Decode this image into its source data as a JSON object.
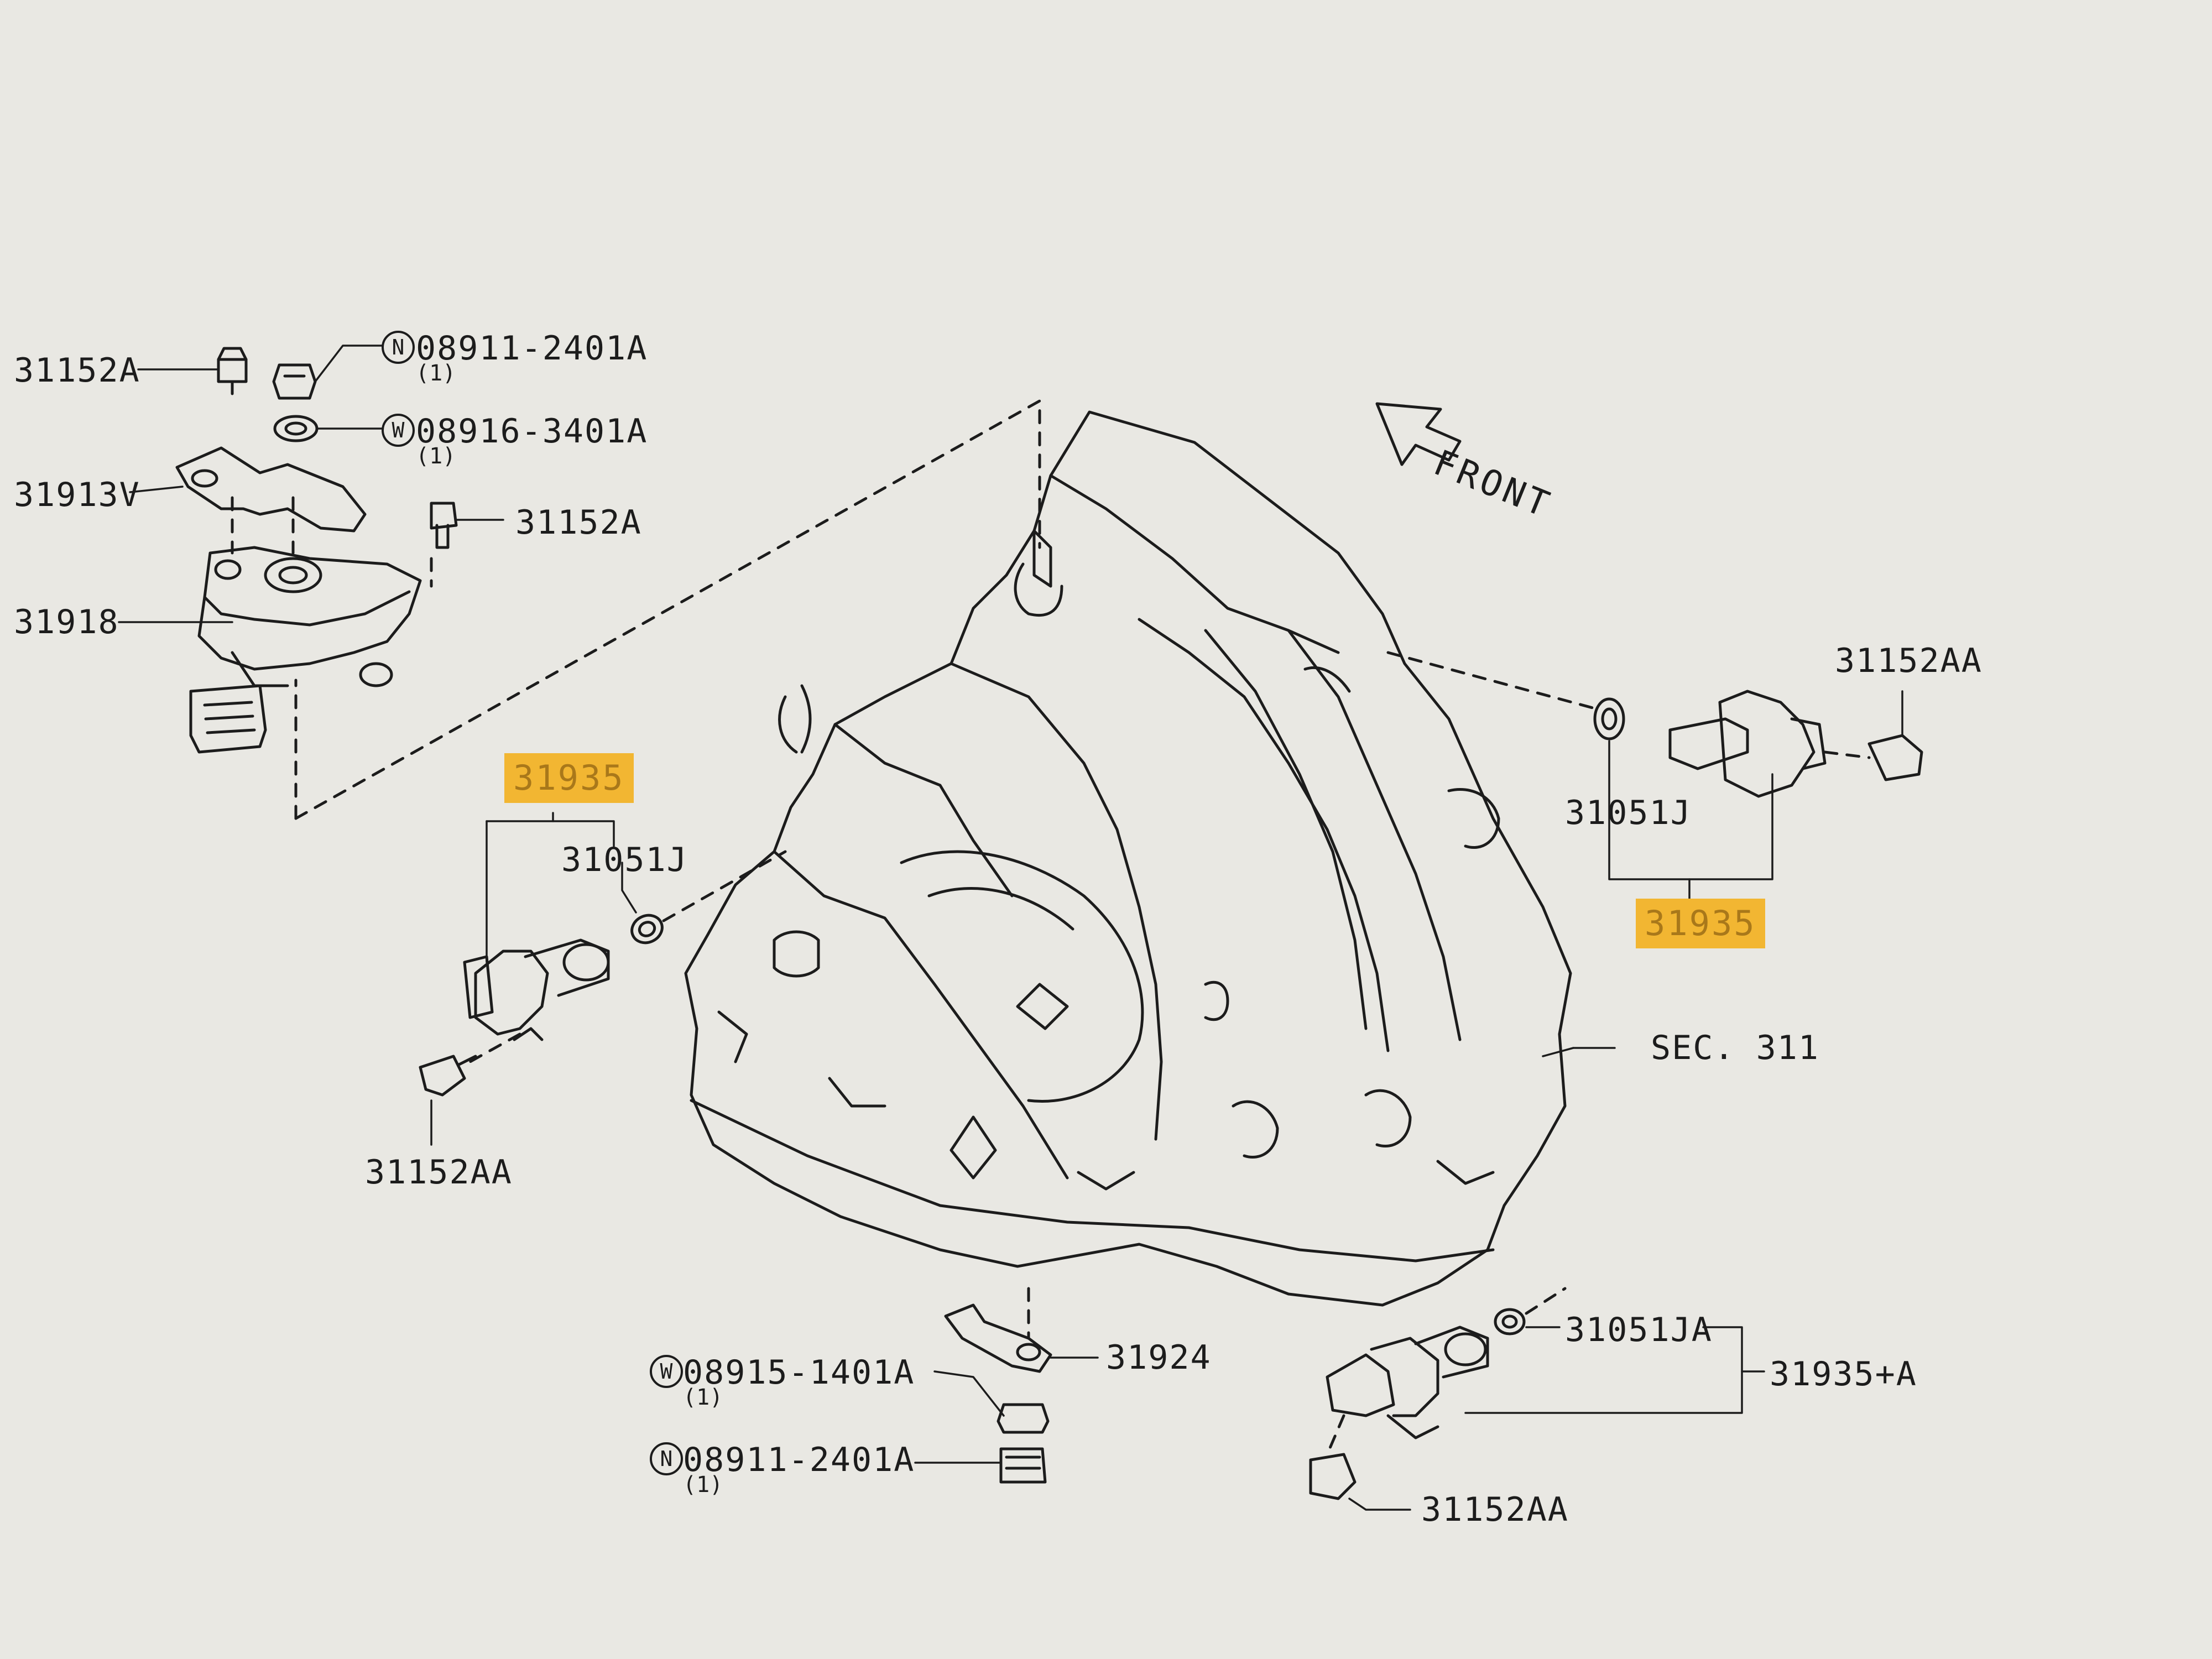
{
  "diagram": {
    "front_label": "FRONT",
    "section_ref": "SEC. 311",
    "parts": {
      "p31152a_top": "31152A",
      "p08911_top": "08911-2401A",
      "p08911_top_qty": "(1)",
      "p08916": "08916-3401A",
      "p08916_qty": "(1)",
      "p31913v": "31913V",
      "p31152a_mid": "31152A",
      "p31918": "31918",
      "p31935_left": "31935",
      "p31051j_left": "31051J",
      "p31152aa_left": "31152AA",
      "p31152aa_right": "31152AA",
      "p31051j_right": "31051J",
      "p31935_right": "31935",
      "p31051ja": "31051JA",
      "p31935a": "31935+A",
      "p31924": "31924",
      "p08915": "08915-1401A",
      "p08915_qty": "(1)",
      "p08911_bottom": "08911-2401A",
      "p08911_bottom_qty": "(1)",
      "p31152aa_bottom": "31152AA"
    },
    "markers": {
      "n": "N",
      "w": "W"
    },
    "highlight_color": "#f2b632"
  }
}
